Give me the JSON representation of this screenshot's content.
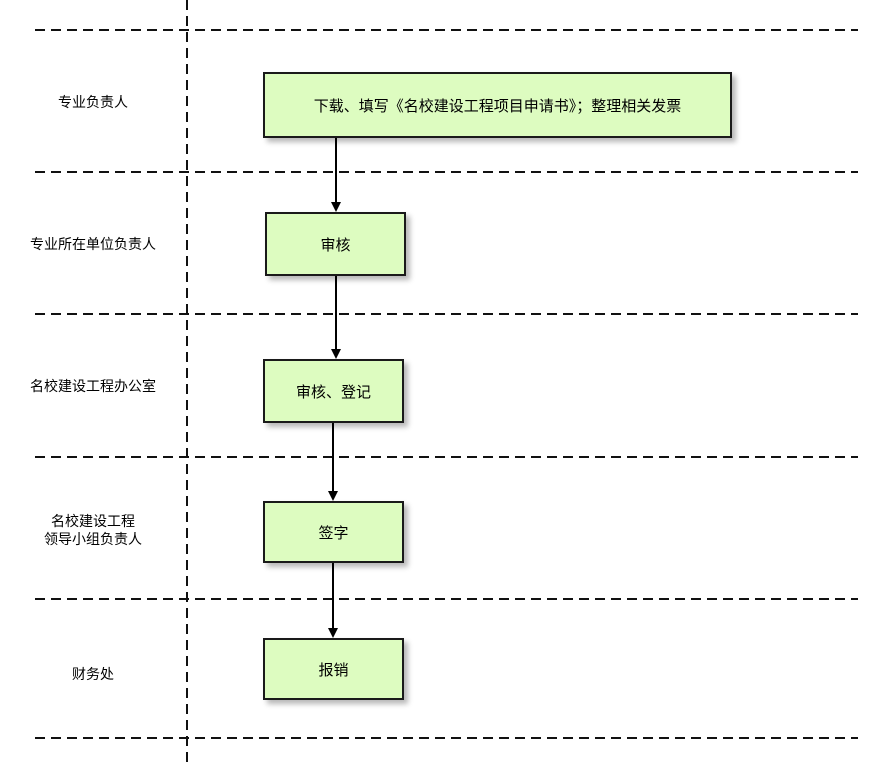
{
  "colors": {
    "box_fill": "#ddfcc0",
    "box_border": "#1a1a1a",
    "line": "#000000",
    "divider": "#111111"
  },
  "lanes": [
    {
      "lines": [
        "专业负责人"
      ]
    },
    {
      "lines": [
        "专业所在单位负责人"
      ]
    },
    {
      "lines": [
        "名校建设工程办公室"
      ]
    },
    {
      "lines": [
        "名校建设工程",
        "领导小组负责人"
      ]
    },
    {
      "lines": [
        "财务处"
      ]
    }
  ],
  "steps": [
    {
      "label": "下载、填写《名校建设工程项目申请书》；整理相关发票"
    },
    {
      "label": "审核"
    },
    {
      "label": "审核、登记"
    },
    {
      "label": "签字"
    },
    {
      "label": "报销"
    }
  ]
}
